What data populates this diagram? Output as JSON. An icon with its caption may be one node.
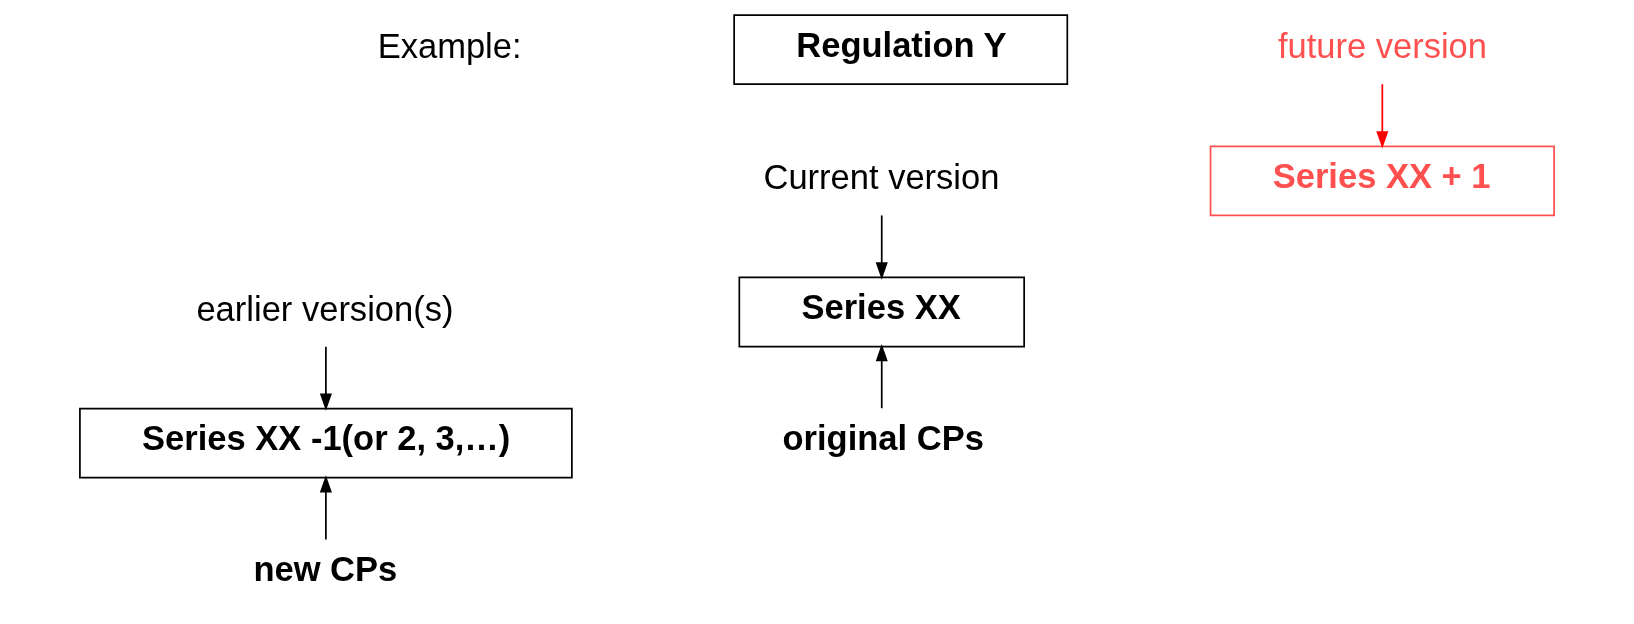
{
  "diagram": {
    "nodes": [
      {
        "text": [
          "Regulation Y"
        ]
      },
      {
        "text": [
          "Current version"
        ]
      },
      {
        "text": [
          "Series XX"
        ]
      },
      {
        "text": [
          "original CPs"
        ]
      },
      {
        "text": [
          "earlier version(s)"
        ]
      },
      {
        "text": [
          "Series XX -1(or 2, 3,…)"
        ]
      },
      {
        "text": [
          "new CPs"
        ]
      },
      {
        "text": [
          "future version"
        ]
      },
      {
        "text": [
          "Series XX + 1"
        ]
      }
    ],
    "edges": [
      {
        "from": 1,
        "to": 2,
        "arrow": "to"
      },
      {
        "from": 3,
        "to": 2,
        "arrow": "to"
      },
      {
        "from": 4,
        "to": 5,
        "arrow": "to"
      },
      {
        "from": 6,
        "to": 5,
        "arrow": "to"
      },
      {
        "from": 7,
        "to": 8,
        "arrow": "to",
        "color": "#ff0000"
      }
    ],
    "labels": [
      "Example:"
    ]
  }
}
